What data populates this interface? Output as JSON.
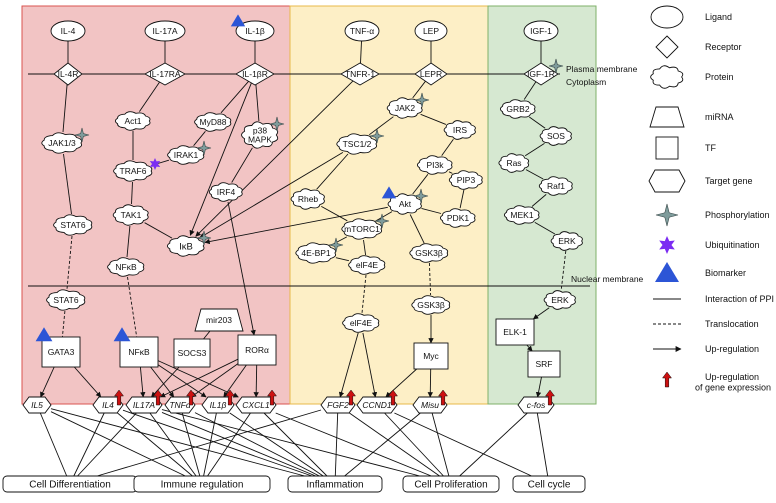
{
  "colors": {
    "panel_red": "#f2c4c4",
    "panel_yellow": "#fdefc6",
    "panel_green": "#d6e8d1",
    "panel_red_border": "#d9534f",
    "panel_yellow_border": "#e8b84a",
    "panel_green_border": "#7fb069",
    "biomarker": "#2c55d6",
    "ubiquitination": "#7b2cf2",
    "phosphorylation": "#7f9c9c",
    "upreg_arrow": "#cc1111"
  },
  "membranes": {
    "plasma": "Plasma membrane",
    "cytoplasm": "Cytoplasm",
    "nuclear": "Nuclear membrane"
  },
  "ligands": [
    {
      "id": "L1",
      "label": "IL-4"
    },
    {
      "id": "L2",
      "label": "IL-17A"
    },
    {
      "id": "L3",
      "label": "IL-1β"
    },
    {
      "id": "L4",
      "label": "TNF-α"
    },
    {
      "id": "L5",
      "label": "LEP"
    },
    {
      "id": "L6",
      "label": "IGF-1"
    }
  ],
  "receptors": [
    {
      "id": "R1",
      "label": "IL-4R"
    },
    {
      "id": "R2",
      "label": "IL-17RA"
    },
    {
      "id": "R3",
      "label": "IL-1βR"
    },
    {
      "id": "R4",
      "label": "TNFR-1"
    },
    {
      "id": "R5",
      "label": "LEPR"
    },
    {
      "id": "R6",
      "label": "IGF-1R"
    }
  ],
  "proteins": [
    {
      "id": "JAK13",
      "label": "JAK1/3"
    },
    {
      "id": "ACT1",
      "label": "Act1"
    },
    {
      "id": "MYD88",
      "label": "MyD88"
    },
    {
      "id": "P38",
      "label": "p38\nMAPK"
    },
    {
      "id": "IRAK1",
      "label": "IRAK1"
    },
    {
      "id": "TRAF6",
      "label": "TRAF6"
    },
    {
      "id": "IRF4",
      "label": "IRF4"
    },
    {
      "id": "STAT6A",
      "label": "STAT6"
    },
    {
      "id": "TAK1",
      "label": "TAK1"
    },
    {
      "id": "IKB",
      "label": "IκB"
    },
    {
      "id": "NFKB1",
      "label": "NFκB"
    },
    {
      "id": "STAT6B",
      "label": "STAT6"
    },
    {
      "id": "JAK2",
      "label": "JAK2"
    },
    {
      "id": "IRS",
      "label": "IRS"
    },
    {
      "id": "TSC12",
      "label": "TSC1/2"
    },
    {
      "id": "PI3K",
      "label": "PI3k"
    },
    {
      "id": "PIP3",
      "label": "PIP3"
    },
    {
      "id": "RHEB",
      "label": "Rheb"
    },
    {
      "id": "AKT",
      "label": "Akt"
    },
    {
      "id": "PDK1",
      "label": "PDK1"
    },
    {
      "id": "MTORC1",
      "label": "mTORC1"
    },
    {
      "id": "EBP1",
      "label": "4E-BP1"
    },
    {
      "id": "EIF4E1",
      "label": "elF4E"
    },
    {
      "id": "GSK3B1",
      "label": "GSK3β"
    },
    {
      "id": "GRB2",
      "label": "GRB2"
    },
    {
      "id": "SOS",
      "label": "SOS"
    },
    {
      "id": "RAS",
      "label": "Ras"
    },
    {
      "id": "RAF1",
      "label": "Raf1"
    },
    {
      "id": "MEK1",
      "label": "MEK1"
    },
    {
      "id": "ERK1",
      "label": "ERK"
    },
    {
      "id": "ERK2",
      "label": "ERK"
    },
    {
      "id": "EIF4E2",
      "label": "elF4E"
    },
    {
      "id": "GSK3B2",
      "label": "GSK3β"
    }
  ],
  "mirna": [
    {
      "id": "MIR203",
      "label": "mir203"
    }
  ],
  "tfs": [
    {
      "id": "GATA3",
      "label": "GATA3"
    },
    {
      "id": "NFKB2",
      "label": "NFκB"
    },
    {
      "id": "SOCS3",
      "label": "SOCS3"
    },
    {
      "id": "RORA",
      "label": "RORα"
    },
    {
      "id": "MYC",
      "label": "Myc"
    },
    {
      "id": "ELK1",
      "label": "ELK-1"
    },
    {
      "id": "SRF",
      "label": "SRF"
    }
  ],
  "target_genes": [
    {
      "id": "G_IL5",
      "label": "IL5"
    },
    {
      "id": "G_IL4",
      "label": "IL4"
    },
    {
      "id": "G_IL17A",
      "label": "IL17A"
    },
    {
      "id": "G_TNFA",
      "label": "TNFα"
    },
    {
      "id": "G_IL1B",
      "label": "IL1β"
    },
    {
      "id": "G_CXCL1",
      "label": "CXCL1"
    },
    {
      "id": "G_FGF2",
      "label": "FGF2"
    },
    {
      "id": "G_CCND1",
      "label": "CCND1"
    },
    {
      "id": "G_MISU",
      "label": "Misu"
    },
    {
      "id": "G_CFOS",
      "label": "c-fos"
    }
  ],
  "outcomes": [
    {
      "id": "O1",
      "label": "Cell Differentiation"
    },
    {
      "id": "O2",
      "label": "Immune regulation"
    },
    {
      "id": "O3",
      "label": "Inflammation"
    },
    {
      "id": "O4",
      "label": "Cell Proliferation"
    },
    {
      "id": "O5",
      "label": "Cell cycle"
    }
  ],
  "legend": [
    {
      "shape": "ellipse",
      "label": "Ligand"
    },
    {
      "shape": "diamond",
      "label": "Receptor"
    },
    {
      "shape": "cloud",
      "label": "Protein"
    },
    {
      "shape": "trapezoid",
      "label": "miRNA"
    },
    {
      "shape": "square",
      "label": "TF"
    },
    {
      "shape": "hexagon",
      "label": "Target  gene"
    },
    {
      "shape": "star4",
      "label": "Phosphorylation"
    },
    {
      "shape": "star6",
      "label": "Ubiquitination"
    },
    {
      "shape": "triangle",
      "label": "Biomarker"
    },
    {
      "shape": "solid-line",
      "label": "Interaction of PPI"
    },
    {
      "shape": "dashed-line",
      "label": "Translocation"
    },
    {
      "shape": "arrow",
      "label": "Up-regulation"
    },
    {
      "shape": "red-arrow",
      "label": "Up-regulation\nof gene expression"
    }
  ],
  "edges": [
    {
      "from": "L1",
      "to": "R1",
      "type": "ppi"
    },
    {
      "from": "L2",
      "to": "R2",
      "type": "ppi"
    },
    {
      "from": "L3",
      "to": "R3",
      "type": "ppi"
    },
    {
      "from": "L4",
      "to": "R4",
      "type": "ppi"
    },
    {
      "from": "L5",
      "to": "R5",
      "type": "ppi"
    },
    {
      "from": "L6",
      "to": "R6",
      "type": "ppi"
    },
    {
      "from": "R1",
      "to": "JAK13",
      "type": "ppi"
    },
    {
      "from": "JAK13",
      "to": "STAT6A",
      "type": "ppi"
    },
    {
      "from": "STAT6A",
      "to": "STAT6B",
      "type": "dashed"
    },
    {
      "from": "STAT6B",
      "to": "GATA3",
      "type": "dashed"
    },
    {
      "from": "R2",
      "to": "ACT1",
      "type": "ppi"
    },
    {
      "from": "ACT1",
      "to": "TRAF6",
      "type": "ppi"
    },
    {
      "from": "R3",
      "to": "MYD88",
      "type": "ppi"
    },
    {
      "from": "R3",
      "to": "P38",
      "type": "ppi"
    },
    {
      "from": "MYD88",
      "to": "IRAK1",
      "type": "ppi"
    },
    {
      "from": "IRAK1",
      "to": "TRAF6",
      "type": "ppi"
    },
    {
      "from": "P38",
      "to": "IRF4",
      "type": "ppi"
    },
    {
      "from": "TRAF6",
      "to": "TAK1",
      "type": "ppi"
    },
    {
      "from": "TAK1",
      "to": "NFKB1",
      "type": "ppi"
    },
    {
      "from": "TAK1",
      "to": "IKB",
      "type": "ppi"
    },
    {
      "from": "NFKB1",
      "to": "NFKB2",
      "type": "dashed"
    },
    {
      "from": "IRF4",
      "to": "RORA",
      "type": "arrow"
    },
    {
      "from": "R3",
      "to": "IKB",
      "type": "arrow"
    },
    {
      "from": "R4",
      "to": "IKB",
      "type": "arrow"
    },
    {
      "from": "TSC12",
      "to": "IKB",
      "type": "arrow"
    },
    {
      "from": "AKT",
      "to": "IKB",
      "type": "arrow"
    },
    {
      "from": "MIR203",
      "to": "SOCS3",
      "type": "ppi"
    },
    {
      "from": "R5",
      "to": "JAK2",
      "type": "ppi"
    },
    {
      "from": "JAK2",
      "to": "IRS",
      "type": "ppi"
    },
    {
      "from": "JAK2",
      "to": "TSC12",
      "type": "ppi"
    },
    {
      "from": "IRS",
      "to": "PI3K",
      "type": "ppi"
    },
    {
      "from": "PI3K",
      "to": "PIP3",
      "type": "ppi"
    },
    {
      "from": "PI3K",
      "to": "AKT",
      "type": "ppi"
    },
    {
      "from": "PIP3",
      "to": "PDK1",
      "type": "ppi"
    },
    {
      "from": "PDK1",
      "to": "AKT",
      "type": "ppi"
    },
    {
      "from": "TSC12",
      "to": "RHEB",
      "type": "ppi"
    },
    {
      "from": "RHEB",
      "to": "MTORC1",
      "type": "ppi"
    },
    {
      "from": "AKT",
      "to": "MTORC1",
      "type": "ppi"
    },
    {
      "from": "AKT",
      "to": "GSK3B1",
      "type": "ppi"
    },
    {
      "from": "MTORC1",
      "to": "EBP1",
      "type": "ppi"
    },
    {
      "from": "MTORC1",
      "to": "EIF4E1",
      "type": "ppi"
    },
    {
      "from": "EBP1",
      "to": "EIF4E1",
      "type": "ppi"
    },
    {
      "from": "EIF4E1",
      "to": "EIF4E2",
      "type": "dashed"
    },
    {
      "from": "GSK3B1",
      "to": "GSK3B2",
      "type": "dashed"
    },
    {
      "from": "GSK3B2",
      "to": "MYC",
      "type": "arrow"
    },
    {
      "from": "R6",
      "to": "GRB2",
      "type": "ppi"
    },
    {
      "from": "GRB2",
      "to": "SOS",
      "type": "ppi"
    },
    {
      "from": "SOS",
      "to": "RAS",
      "type": "ppi"
    },
    {
      "from": "RAS",
      "to": "RAF1",
      "type": "ppi"
    },
    {
      "from": "RAF1",
      "to": "MEK1",
      "type": "ppi"
    },
    {
      "from": "MEK1",
      "to": "ERK1",
      "type": "ppi"
    },
    {
      "from": "ERK1",
      "to": "ERK2",
      "type": "dashed"
    },
    {
      "from": "ERK2",
      "to": "ELK1",
      "type": "arrow"
    },
    {
      "from": "ELK1",
      "to": "SRF",
      "type": "arrow"
    },
    {
      "from": "SRF",
      "to": "G_CFOS",
      "type": "arrow"
    },
    {
      "from": "GATA3",
      "to": "G_IL5",
      "type": "arrow"
    },
    {
      "from": "GATA3",
      "to": "G_IL4",
      "type": "arrow"
    },
    {
      "from": "NFKB2",
      "to": "G_IL17A",
      "type": "arrow"
    },
    {
      "from": "NFKB2",
      "to": "G_TNFA",
      "type": "arrow"
    },
    {
      "from": "NFKB2",
      "to": "G_IL1B",
      "type": "arrow"
    },
    {
      "from": "NFKB2",
      "to": "G_CXCL1",
      "type": "arrow"
    },
    {
      "from": "SOCS3",
      "to": "G_IL17A",
      "type": "arrow"
    },
    {
      "from": "RORA",
      "to": "G_IL17A",
      "type": "arrow"
    },
    {
      "from": "RORA",
      "to": "G_TNFA",
      "type": "arrow"
    },
    {
      "from": "RORA",
      "to": "G_IL1B",
      "type": "arrow"
    },
    {
      "from": "RORA",
      "to": "G_CXCL1",
      "type": "arrow"
    },
    {
      "from": "EIF4E2",
      "to": "G_FGF2",
      "type": "arrow"
    },
    {
      "from": "EIF4E2",
      "to": "G_CCND1",
      "type": "arrow"
    },
    {
      "from": "MYC",
      "to": "G_CCND1",
      "type": "arrow"
    },
    {
      "from": "MYC",
      "to": "G_MISU",
      "type": "arrow"
    },
    {
      "from": "G_IL5",
      "to": "O1",
      "type": "ppi"
    },
    {
      "from": "G_IL5",
      "to": "O2",
      "type": "ppi"
    },
    {
      "from": "G_IL5",
      "to": "O3",
      "type": "ppi"
    },
    {
      "from": "G_IL4",
      "to": "O1",
      "type": "ppi"
    },
    {
      "from": "G_IL4",
      "to": "O2",
      "type": "ppi"
    },
    {
      "from": "G_IL4",
      "to": "O3",
      "type": "ppi"
    },
    {
      "from": "G_IL17A",
      "to": "O1",
      "type": "ppi"
    },
    {
      "from": "G_IL17A",
      "to": "O2",
      "type": "ppi"
    },
    {
      "from": "G_IL17A",
      "to": "O3",
      "type": "ppi"
    },
    {
      "from": "G_IL17A",
      "to": "O4",
      "type": "ppi"
    },
    {
      "from": "G_TNFA",
      "to": "O2",
      "type": "ppi"
    },
    {
      "from": "G_TNFA",
      "to": "O3",
      "type": "ppi"
    },
    {
      "from": "G_IL1B",
      "to": "O2",
      "type": "ppi"
    },
    {
      "from": "G_IL1B",
      "to": "O3",
      "type": "ppi"
    },
    {
      "from": "G_CXCL1",
      "to": "O2",
      "type": "ppi"
    },
    {
      "from": "G_CXCL1",
      "to": "O3",
      "type": "ppi"
    },
    {
      "from": "G_CXCL1",
      "to": "O4",
      "type": "ppi"
    },
    {
      "from": "G_FGF2",
      "to": "O1",
      "type": "ppi"
    },
    {
      "from": "G_FGF2",
      "to": "O3",
      "type": "ppi"
    },
    {
      "from": "G_FGF2",
      "to": "O4",
      "type": "ppi"
    },
    {
      "from": "G_CCND1",
      "to": "O4",
      "type": "ppi"
    },
    {
      "from": "G_CCND1",
      "to": "O5",
      "type": "ppi"
    },
    {
      "from": "G_MISU",
      "to": "O4",
      "type": "ppi"
    },
    {
      "from": "G_MISU",
      "to": "O3",
      "type": "ppi"
    },
    {
      "from": "G_CFOS",
      "to": "O4",
      "type": "ppi"
    },
    {
      "from": "G_CFOS",
      "to": "O5",
      "type": "ppi"
    }
  ],
  "markers": [
    {
      "node": "L3",
      "type": "biomarker"
    },
    {
      "node": "AKT",
      "type": "biomarker"
    },
    {
      "node": "GATA3",
      "type": "biomarker"
    },
    {
      "node": "NFKB2",
      "type": "biomarker"
    },
    {
      "node": "TRAF6",
      "type": "ubiquitination"
    },
    {
      "node": "JAK13",
      "type": "phosphorylation"
    },
    {
      "node": "IRAK1",
      "type": "phosphorylation"
    },
    {
      "node": "P38",
      "type": "phosphorylation"
    },
    {
      "node": "IKB",
      "type": "phosphorylation"
    },
    {
      "node": "TSC12",
      "type": "phosphorylation"
    },
    {
      "node": "JAK2",
      "type": "phosphorylation"
    },
    {
      "node": "AKT",
      "type": "phosphorylation"
    },
    {
      "node": "MTORC1",
      "type": "phosphorylation"
    },
    {
      "node": "EBP1",
      "type": "phosphorylation"
    },
    {
      "node": "R6",
      "type": "phosphorylation"
    },
    {
      "node": "G_IL4",
      "type": "upregulation"
    },
    {
      "node": "G_IL17A",
      "type": "upregulation"
    },
    {
      "node": "G_TNFA",
      "type": "upregulation"
    },
    {
      "node": "G_IL1B",
      "type": "upregulation"
    },
    {
      "node": "G_CXCL1",
      "type": "upregulation"
    },
    {
      "node": "G_FGF2",
      "type": "upregulation"
    },
    {
      "node": "G_CCND1",
      "type": "upregulation"
    },
    {
      "node": "G_MISU",
      "type": "upregulation"
    },
    {
      "node": "G_CFOS",
      "type": "upregulation"
    }
  ]
}
